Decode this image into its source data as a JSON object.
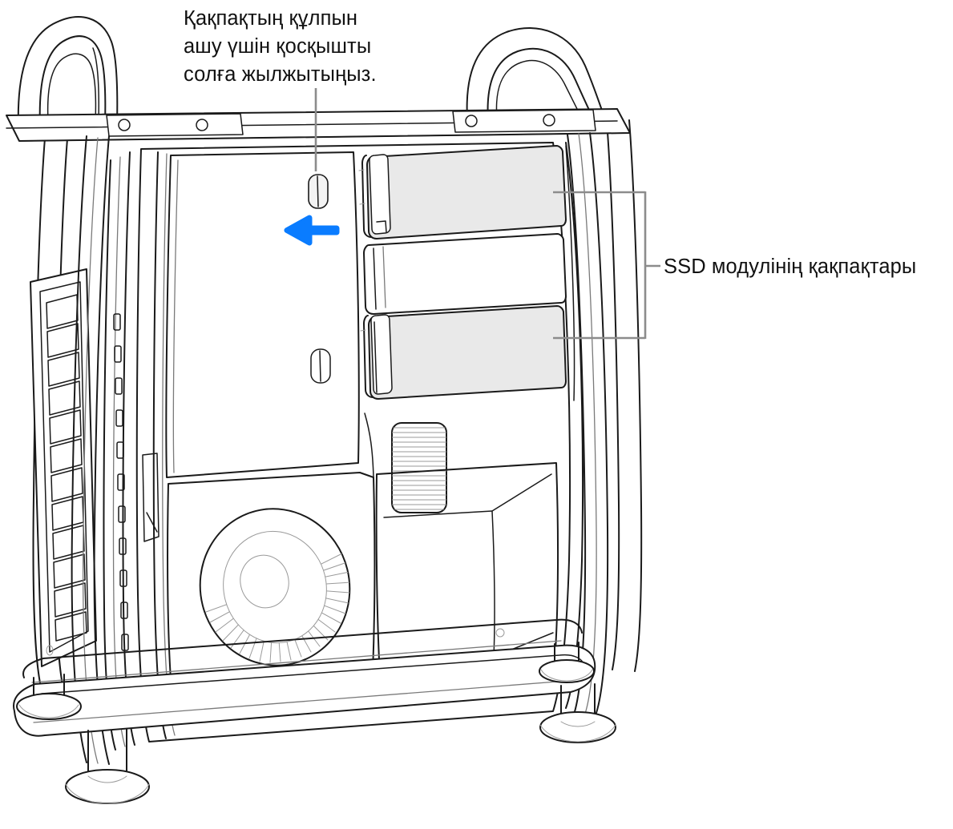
{
  "illustration": {
    "subject": "mac-pro-tower-side-view-ssd-bays",
    "alt_purpose": "Mac Pro корпусының бүйір көрінісі: қақпақ құлпы мен SSD модулінің қақпақтары"
  },
  "callouts": {
    "latch": {
      "label": "Қақпақтың құлпын\nашу үшін қосқышты\nсолға жылжытыңыз.",
      "leader_color": "#8c8c8c"
    },
    "ssd_covers": {
      "label": "SSD модулінің қақпақтары",
      "leader_color": "#8c8c8c"
    }
  },
  "arrow": {
    "direction": "left",
    "color": "#0a7cff"
  },
  "colors": {
    "line": "#1a1a1a",
    "line_light": "#7a7a7a",
    "shade": "#e9e9e9",
    "shade_soft": "#f3f3f3",
    "background": "#ffffff",
    "text": "#111111",
    "accent": "#0a7cff",
    "leader": "#8c8c8c"
  },
  "parts": {
    "handles": [
      "top-left-handle",
      "top-right-handle"
    ],
    "feet": [
      "front-left-foot",
      "rear-left-foot",
      "front-right-foot",
      "rear-right-foot"
    ],
    "latches": [
      "upper-lid-latch",
      "lower-lid-latch"
    ],
    "bays": [
      {
        "name": "ssd-cover-top",
        "state": "highlighted"
      },
      {
        "name": "ssd-bay-middle",
        "state": "plain"
      },
      {
        "name": "ssd-cover-bottom",
        "state": "highlighted"
      }
    ],
    "fan": "blower-fan",
    "grille": "internal-vent-grille",
    "io_panel": "rear-io-port-panel"
  }
}
